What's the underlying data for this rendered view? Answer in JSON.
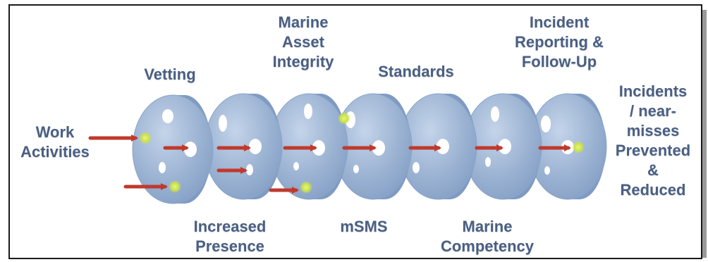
{
  "labels": {
    "work_activities": "Work\nActivities",
    "vetting": "Vetting",
    "marine_asset_integrity": "Marine\nAsset\nIntegrity",
    "standards": "Standards",
    "incident_reporting": "Incident\nReporting &\nFollow-Up",
    "incidents_prevented": "Incidents\n/ near-\nmisses\nPrevented\n&\nReduced",
    "increased_presence": "Increased\nPresence",
    "msms": "mSMS",
    "marine_competency": "Marine\nCompetency"
  },
  "colors": {
    "disc_face": "#9db4d3",
    "disc_edge": "#7f9bc2",
    "arrow": "#c0392b",
    "glow": "#c9e24a",
    "label_text": "#4a5f82",
    "border": "#1a1a1a"
  }
}
